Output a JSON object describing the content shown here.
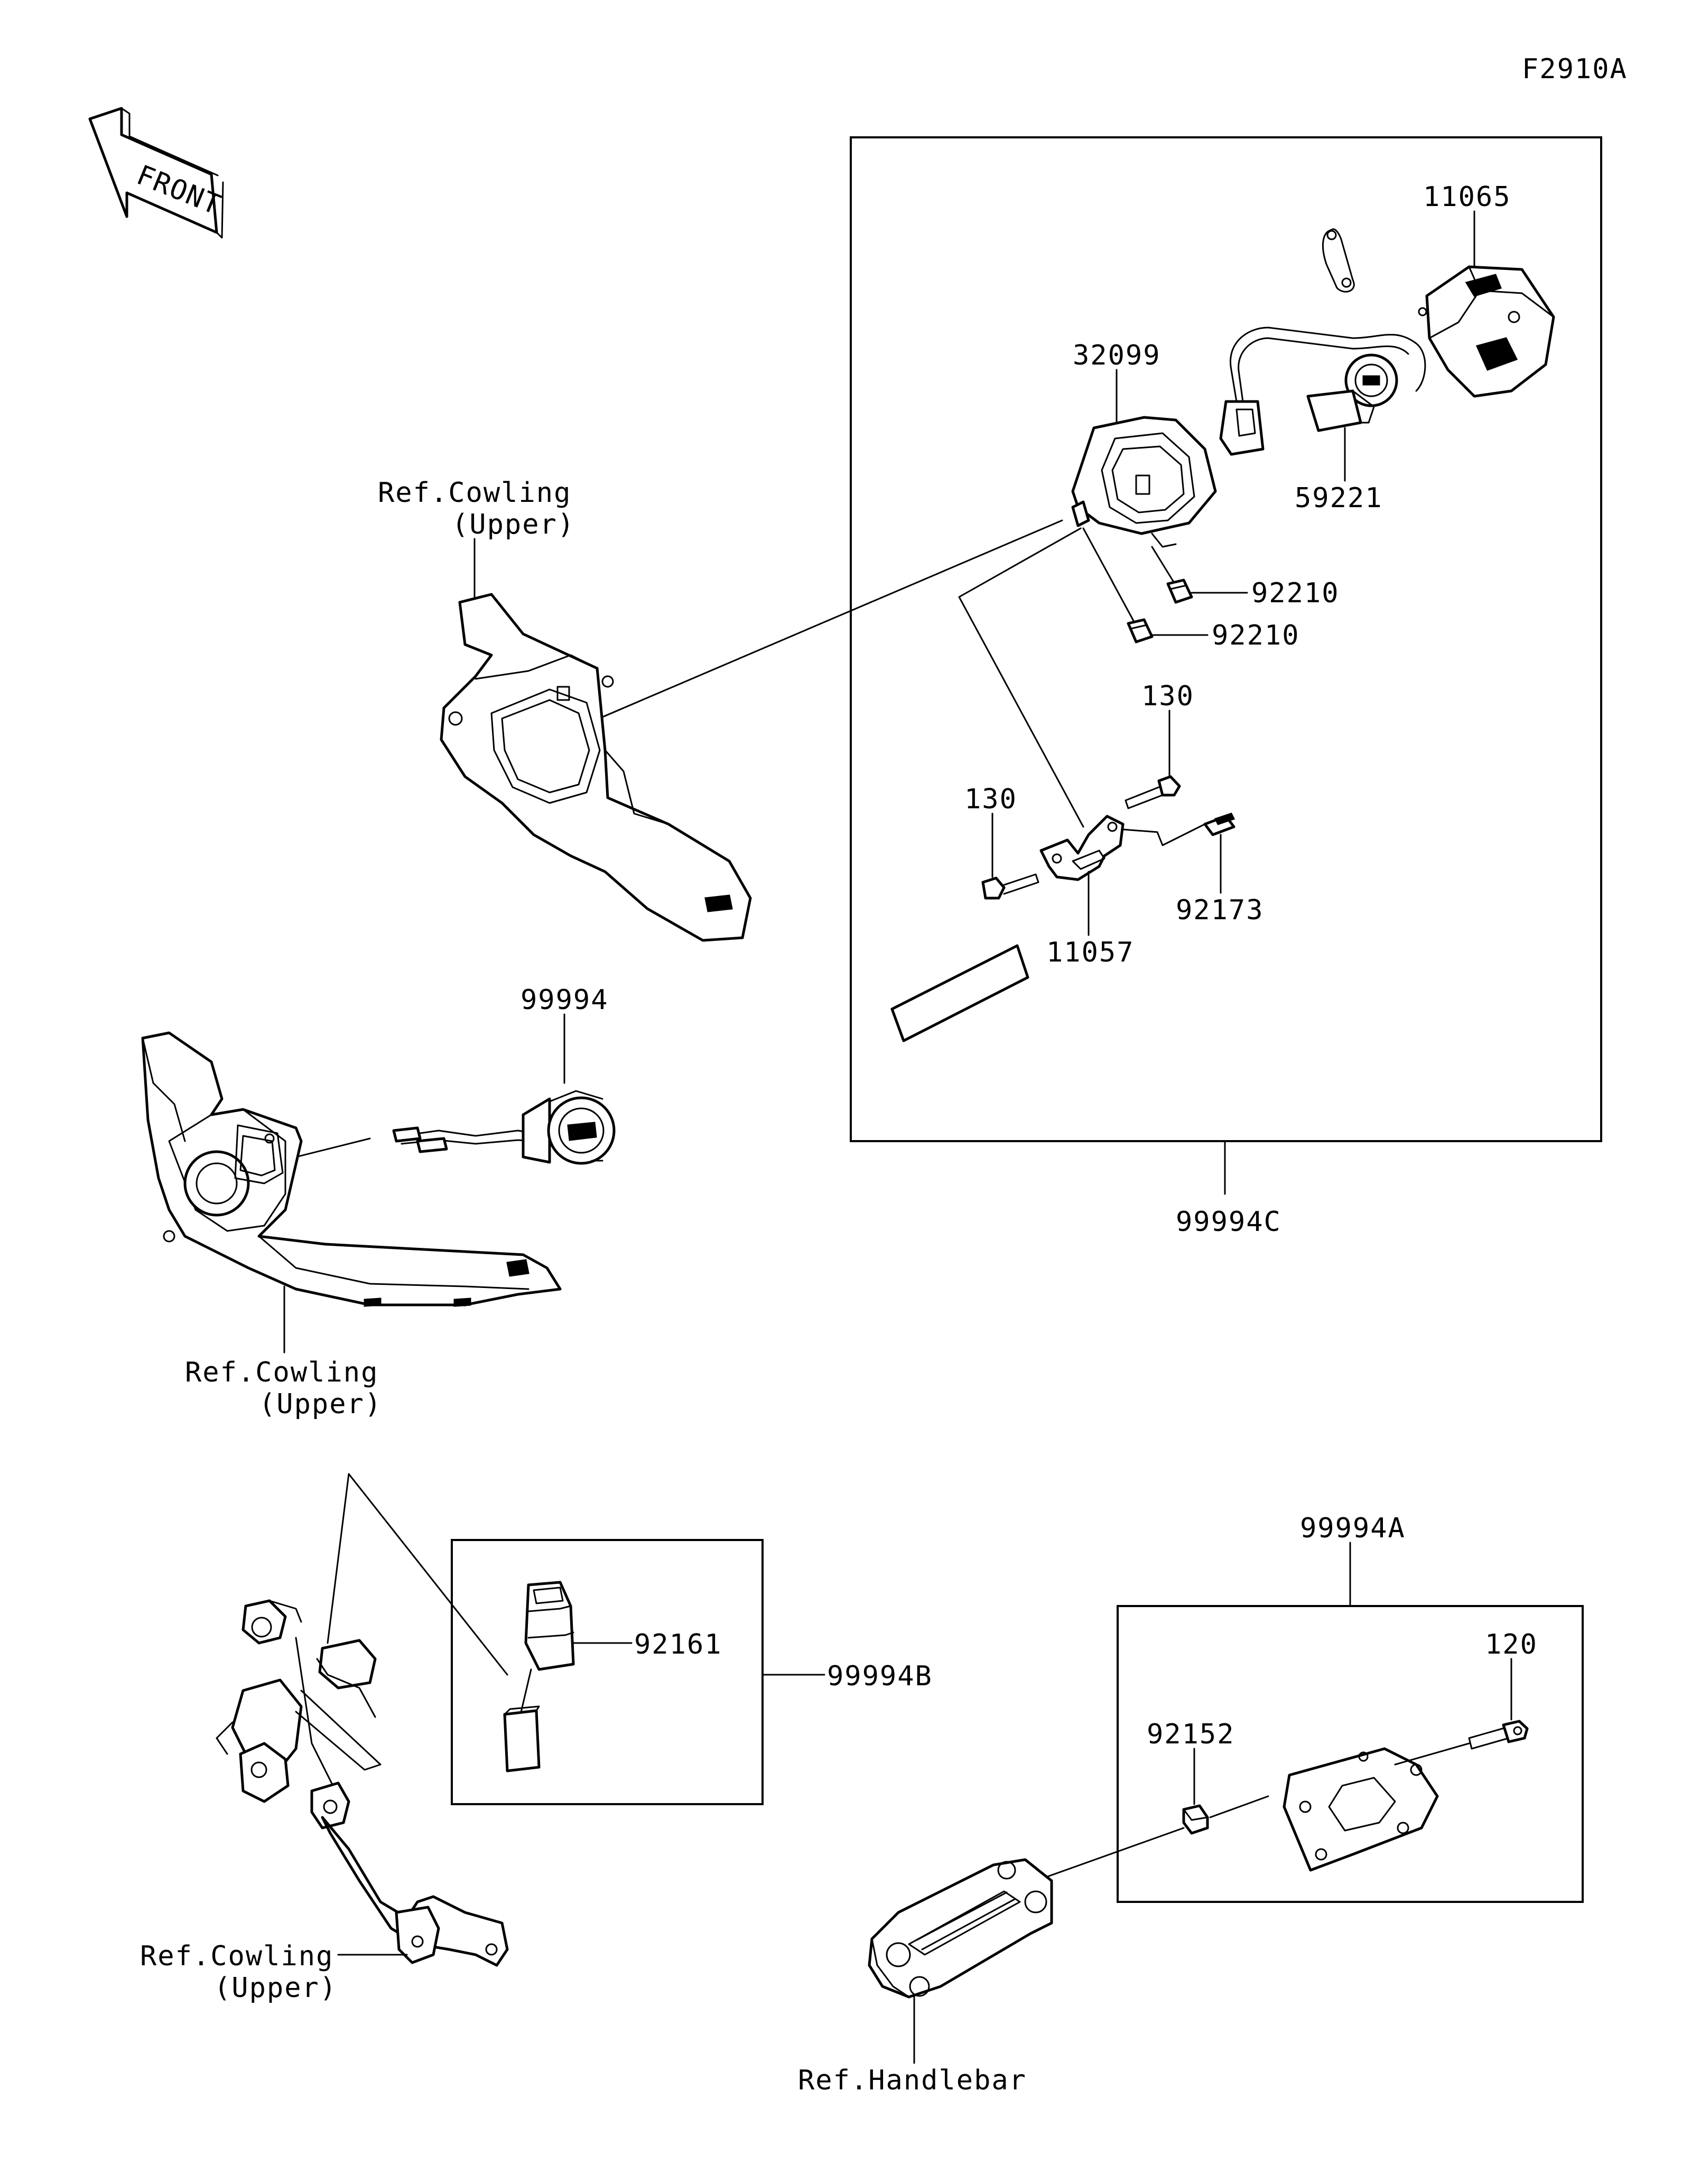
{
  "figure_code": "F2910A",
  "front_label": "FRONT",
  "kits": {
    "c": "99994C",
    "b": "99994B",
    "a": "99994A",
    "socket": "99994"
  },
  "parts": {
    "p11065": "11065",
    "p32099": "32099",
    "p59221": "59221",
    "p92210_a": "92210",
    "p92210_b": "92210",
    "p130_a": "130",
    "p130_b": "130",
    "p92173": "92173",
    "p11057": "11057",
    "p92161": "92161",
    "p120": "120",
    "p92152": "92152"
  },
  "refs": {
    "cowling_upper_1_line1": "Ref.Cowling",
    "cowling_upper_1_line2": "(Upper)",
    "cowling_upper_2_line1": "Ref.Cowling",
    "cowling_upper_2_line2": "(Upper)",
    "cowling_upper_3_line1": "Ref.Cowling",
    "cowling_upper_3_line2": "(Upper)",
    "handlebar": "Ref.Handlebar"
  }
}
